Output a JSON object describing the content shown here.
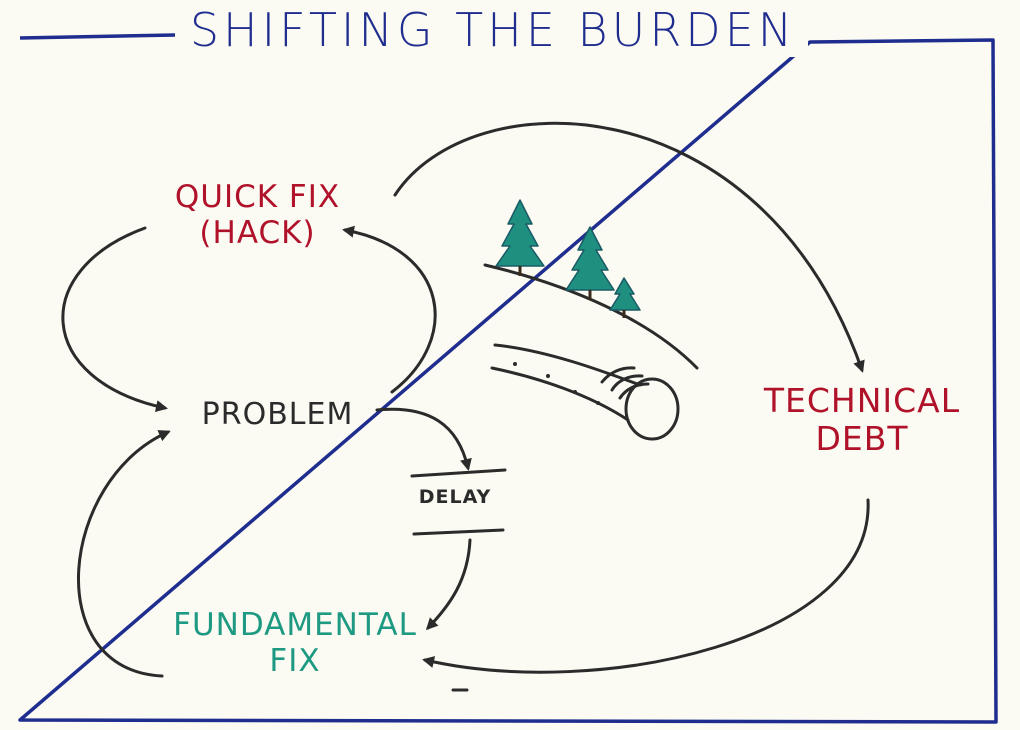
{
  "title": "SHIFTING THE BURDEN",
  "nodes": {
    "quick_fix": {
      "line1": "QUICK FIX",
      "line2": "(HACK)"
    },
    "problem": "PROBLEM",
    "delay": "DELAY",
    "technical_debt": {
      "line1": "TECHNICAL",
      "line2": "DEBT"
    },
    "fundamental_fix": {
      "line1": "FUNDAMENTAL",
      "line2": "FIX"
    }
  },
  "colors": {
    "frame": "#1f2d8f",
    "quick_fix": "#b0122a",
    "technical_debt": "#b0122a",
    "fundamental_fix": "#1e9a82",
    "neutral": "#2b2b2b",
    "trees": "#1f8f7f"
  },
  "icons": [
    "pine-tree-icon",
    "rolling-snowball-icon",
    "hill-slope-icon"
  ]
}
